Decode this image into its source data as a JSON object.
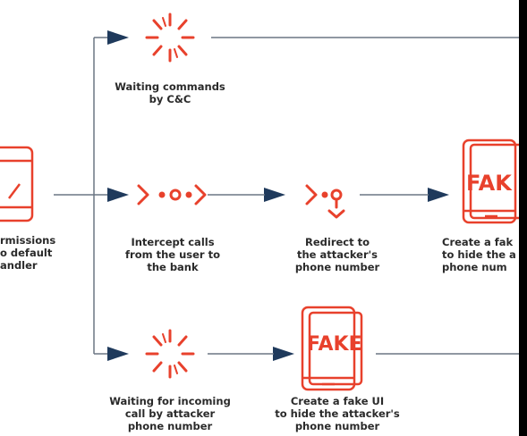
{
  "colors": {
    "accent": "#e8412c",
    "line": "#6b7683",
    "arrow": "#1f3a5c",
    "text": "#2a2a2a"
  },
  "nodes": {
    "waiting_commands": {
      "label": "Waiting commands\nby C&C",
      "icon": "burst-icon"
    },
    "permissions_handler": {
      "label": "rmissions\no default\nandler",
      "icon": "phone-icon"
    },
    "intercept_calls": {
      "label": "Intercept calls\nfrom the user to\nthe bank",
      "icon": "intercept-icon"
    },
    "redirect": {
      "label": "Redirect to\nthe attacker's\nphone number",
      "icon": "redirect-icon"
    },
    "fake_ui_top": {
      "label": "Create a fak\nto hide the a\nphone num",
      "icon": "fake-phone-icon",
      "badge": "FAK"
    },
    "waiting_incoming": {
      "label": "Waiting for incoming\ncall by attacker\nphone number",
      "icon": "burst-icon"
    },
    "fake_ui_bottom": {
      "label": "Create a fake UI\nto hide the attacker's\nphone number",
      "icon": "fake-phone-icon",
      "badge": "FAKE"
    }
  }
}
